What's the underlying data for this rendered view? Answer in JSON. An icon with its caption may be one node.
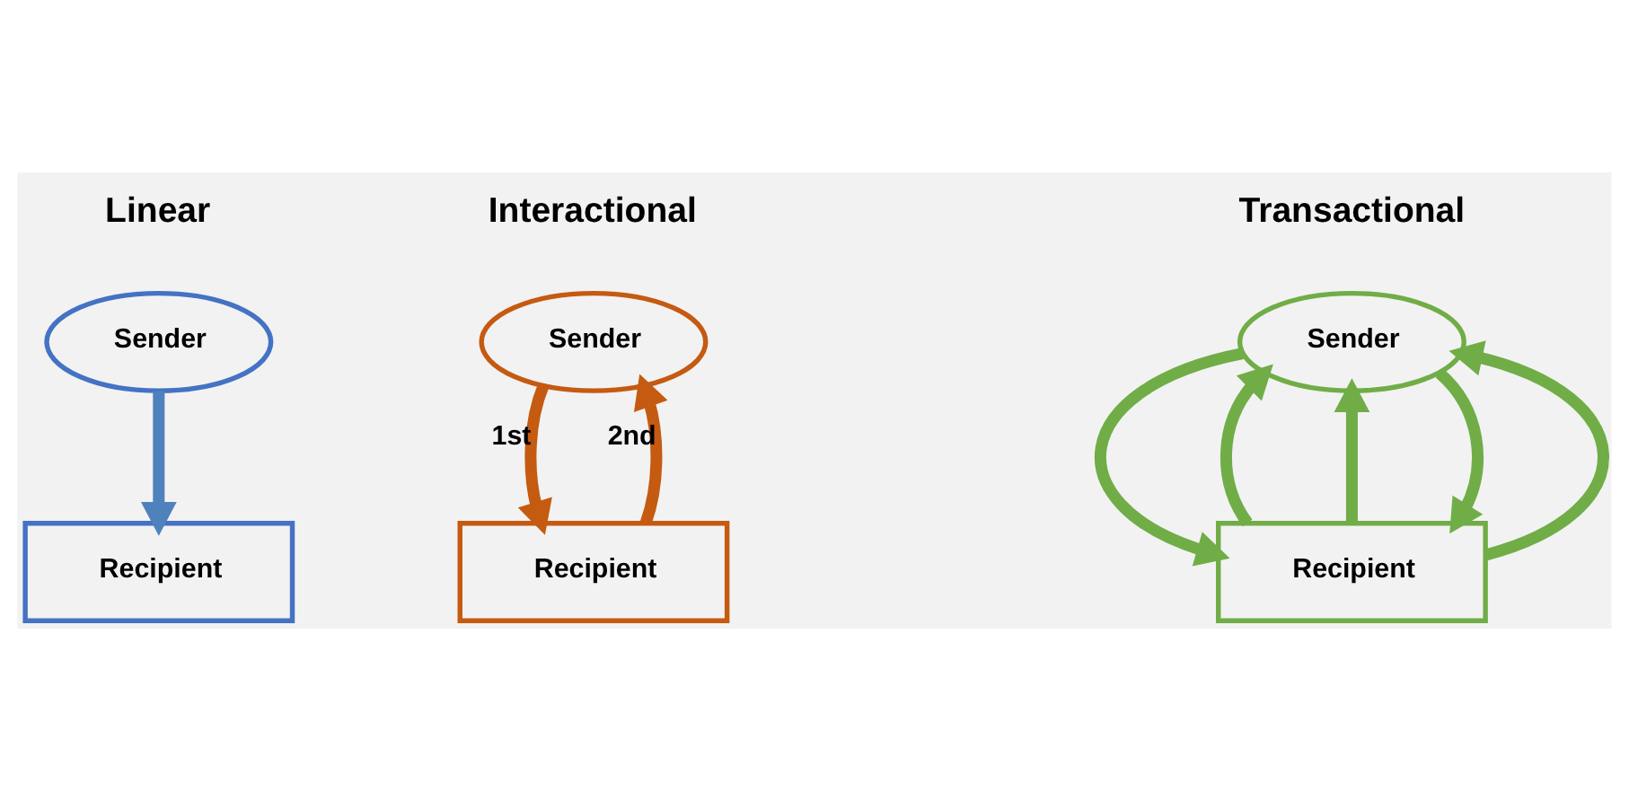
{
  "diagram": {
    "nodes": [
      {
        "text": [
          "Sender"
        ]
      },
      {
        "text": [
          "Recipient"
        ]
      },
      {
        "text": [
          "Sender"
        ]
      },
      {
        "text": [
          "Recipient"
        ]
      },
      {
        "text": [
          "Sender"
        ]
      },
      {
        "text": [
          "Recipient"
        ]
      }
    ],
    "edges": [
      {
        "from": 0,
        "to": 1,
        "arrow": "to",
        "color": "#4f81bd"
      },
      {
        "from": 2,
        "to": 3,
        "arrow": "to",
        "label": "1st",
        "color": "#c55a11"
      },
      {
        "from": 3,
        "to": 2,
        "arrow": "to",
        "label": "2nd",
        "color": "#c55a11"
      },
      {
        "from": 5,
        "to": 4,
        "arrow": "to",
        "color": "#70ad47"
      },
      {
        "from": 4,
        "to": 5,
        "arrow": "to",
        "color": "#70ad47"
      },
      {
        "from": 5,
        "to": 4,
        "arrow": "to",
        "color": "#70ad47"
      },
      {
        "from": 4,
        "to": 5,
        "arrow": "to",
        "color": "#70ad47"
      },
      {
        "from": 5,
        "to": 4,
        "arrow": "to",
        "color": "#70ad47"
      }
    ],
    "labels": [
      "Linear",
      "Interactional",
      "Transactional"
    ]
  }
}
